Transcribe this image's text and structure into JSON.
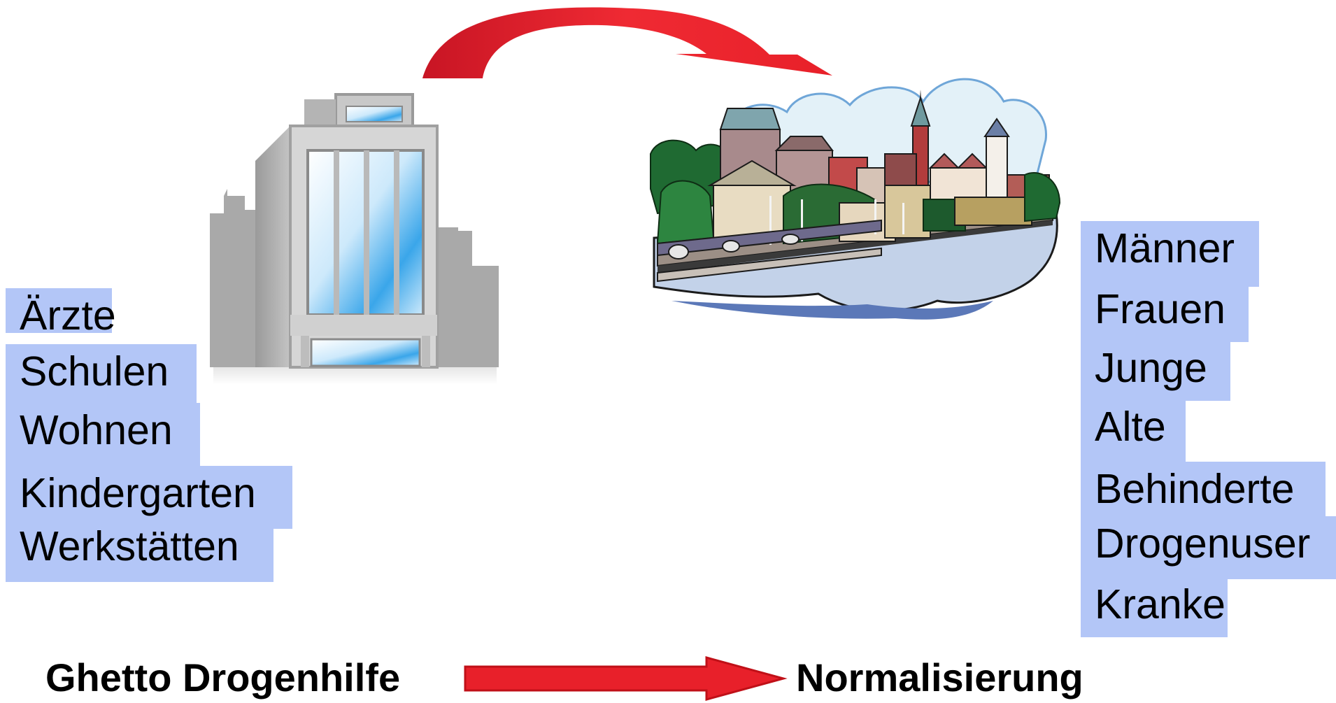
{
  "left_list": [
    "Ärzte",
    "Schulen",
    "Wohnen",
    "Kindergarten",
    "Werkstätten"
  ],
  "right_list": [
    "Männer",
    "Frauen",
    "Junge",
    "Alte",
    "Behinderte",
    "Drogenuser",
    "Kranke"
  ],
  "captions": {
    "from": "Ghetto Drogenhilfe",
    "to": "Normalisierung"
  },
  "icons": {
    "building": "office-building-icon",
    "city": "city-riverside-icon",
    "curved_arrow": "curved-arrow-icon",
    "straight_arrow": "right-arrow-icon"
  },
  "colors": {
    "arrow": "#e8202a",
    "highlight": "#b3c6f7",
    "building_gray": "#a9a9a9",
    "glass_blue": "#5bb8f0"
  }
}
